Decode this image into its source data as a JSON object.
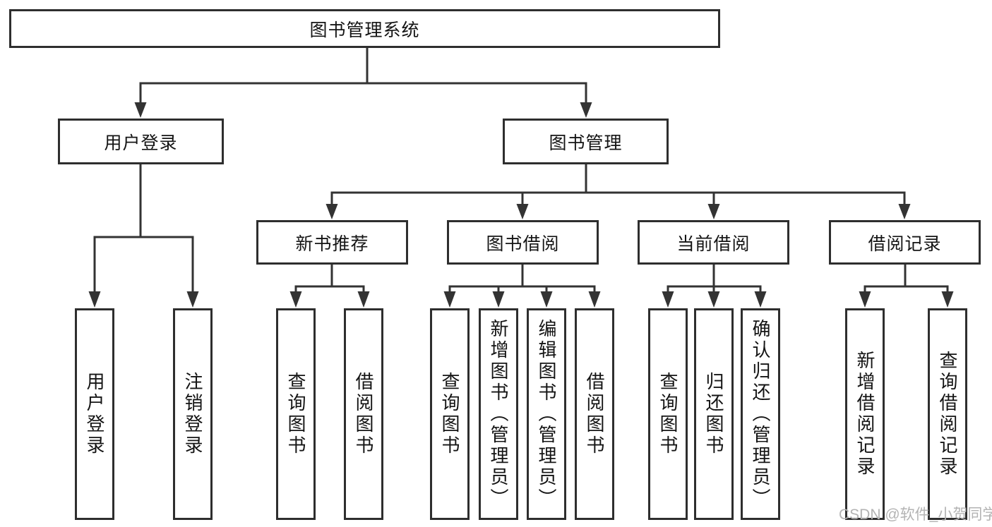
{
  "tree": {
    "root": "图书管理系统",
    "user": {
      "label": "用户登录",
      "children": [
        "用户登录",
        "注销登录"
      ]
    },
    "manage": {
      "label": "图书管理",
      "children": [
        {
          "label": "新书推荐",
          "children": [
            "查询图书",
            "借阅图书"
          ]
        },
        {
          "label": "图书借阅",
          "children": [
            "查询图书",
            "新增图书（管理员）",
            "编辑图书（管理员）",
            "借阅图书"
          ]
        },
        {
          "label": "当前借阅",
          "children": [
            "查询图书",
            "归还图书",
            "确认归还（管理员）"
          ]
        },
        {
          "label": "借阅记录",
          "children": [
            "新增借阅记录",
            "查询借阅记录"
          ]
        }
      ]
    }
  },
  "watermark": "CSDN @软件_小贺同学",
  "colors": {
    "background": "#ffffff",
    "line": "#333333",
    "box_border": "#2e2e2e",
    "text": "#141414",
    "watermark": "#b3b3b3"
  }
}
